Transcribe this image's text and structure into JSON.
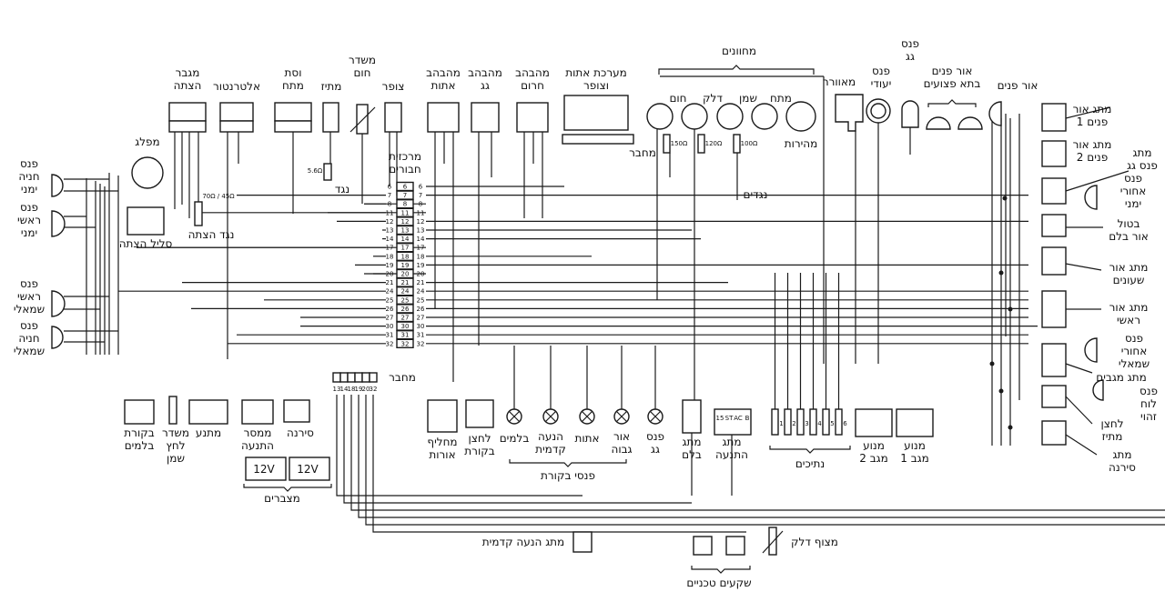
{
  "labels": {
    "ignition_amplifier": [
      "מגבר",
      "הצתה"
    ],
    "alternator": [
      "אלטרנטור"
    ],
    "voltage_regulator": [
      "וסת",
      "מתח"
    ],
    "washer": [
      "מתיז"
    ],
    "temp_sender": [
      "משדר",
      "חום"
    ],
    "horn": [
      "צופר"
    ],
    "turn_flasher": [
      "מהבהב",
      "אתות"
    ],
    "roof_flasher": [
      "מהבהב",
      "גג"
    ],
    "hazard_flasher": [
      "מהבהב",
      "חרום"
    ],
    "signal_horn_system": [
      "מערכת אתות",
      "וצופר"
    ],
    "gauges": [
      "מחוונים"
    ],
    "fan": [
      "מאוורר"
    ],
    "special_lamp": [
      "פנס",
      "יעודי"
    ],
    "roof_lamp": [
      "פנס",
      "גג"
    ],
    "casualty_interior_light": [
      "אור פנים",
      "בתא פצועים"
    ],
    "interior_light": [
      "אור פנים"
    ],
    "interior_switch_1": [
      "מתג אור",
      "פנים 1"
    ],
    "interior_switch_2": [
      "מתג אור",
      "פנים 2"
    ],
    "roof_lamp_switch": [
      "מתג",
      "פנס גג"
    ],
    "rear_lamp_right": [
      "פנס",
      "אחורי",
      "ימני"
    ],
    "brake_light_cancel": [
      "בטול",
      "אור בלם"
    ],
    "clock_light_switch": [
      "מתג אור",
      "שעונים"
    ],
    "main_light_switch": [
      "מתג אור",
      "ראשי"
    ],
    "rear_lamp_left": [
      "פנס",
      "אחורי",
      "שמאלי"
    ],
    "wiper_switch": [
      "מתג מגבים"
    ],
    "plate_lamp": [
      "פנס",
      "לוח",
      "זהוי"
    ],
    "washer_button": [
      "לחצן",
      "מתיז"
    ],
    "siren_switch": [
      "מתג",
      "סירנה"
    ],
    "parking_lamp_right": [
      "פנס",
      "חניה",
      "ימני"
    ],
    "head_lamp_right": [
      "פנס",
      "ראשי",
      "ימני"
    ],
    "head_lamp_left": [
      "פנס",
      "ראשי",
      "שמאלי"
    ],
    "parking_lamp_left": [
      "פנס",
      "חניה",
      "שמאלי"
    ],
    "distributor": [
      "מפלג"
    ],
    "ignition_coil": [
      "סליל הצתה"
    ],
    "ignition_resistor": [
      "נגד הצתה"
    ],
    "resistor": [
      "נגד"
    ],
    "junction_center": [
      "מרכזית",
      "חבורים"
    ],
    "connector_top": [
      "מחבר"
    ],
    "connector_bottom": [
      "מחבר"
    ],
    "resistors": [
      "נגדים"
    ],
    "gauge_temp": [
      "חום"
    ],
    "gauge_fuel": [
      "דלק"
    ],
    "gauge_oil": [
      "שמן"
    ],
    "gauge_volt": [
      "מתח"
    ],
    "speedometer": [
      "מהירות"
    ],
    "brake_check": [
      "בקורת",
      "בלמים"
    ],
    "oil_pressure_sender": [
      "משדר",
      "לחץ",
      "שמן"
    ],
    "starter": [
      "מתנע"
    ],
    "start_relay": [
      "ממסר",
      "התנעה"
    ],
    "siren": [
      "סירנה"
    ],
    "batteries": [
      "מצברים"
    ],
    "light_dimmer": [
      "מחליף",
      "אורות"
    ],
    "check_button": [
      "לחצן",
      "בקורת"
    ],
    "warn_brakes": [
      "בלמים"
    ],
    "warn_fwd_drive": [
      "הנעה",
      "קדמית"
    ],
    "warn_signal": [
      "אתות"
    ],
    "warn_high_beam": [
      "אור",
      "גבוה"
    ],
    "warn_roof": [
      "פנס",
      "גג"
    ],
    "warning_lamps": [
      "פנסי בקורת"
    ],
    "brake_switch": [
      "מתג",
      "בלם"
    ],
    "ignition_switch": [
      "מתג",
      "התנעה"
    ],
    "fuses": [
      "נתיכים"
    ],
    "wiper_motor_2": [
      "מנוע",
      "מגב 2"
    ],
    "wiper_motor_1": [
      "מנוע",
      "מגב 1"
    ],
    "fwd_drive_switch": [
      "מתג הנעה קדמית"
    ],
    "tech_sockets": [
      "שקעים טכניים"
    ],
    "fuel_float": [
      "מצוף דלק"
    ]
  },
  "junction_terminals": [
    "6",
    "7",
    "8",
    "11",
    "12",
    "13",
    "14",
    "17",
    "18",
    "19",
    "20",
    "21",
    "24",
    "25",
    "26",
    "27",
    "30",
    "31",
    "32"
  ],
  "bottom_connector_terminals": [
    "13",
    "14",
    "18",
    "19",
    "20",
    "32"
  ],
  "battery_voltage": "12V",
  "resistor_values": {
    "ignition": "70Ω / 45Ω",
    "washer": "5.6Ω",
    "r1": "150Ω",
    "r2": "120Ω",
    "r3": "100Ω"
  },
  "ignition_switch_terminals": [
    "15",
    "ST",
    "AC",
    "B"
  ],
  "fuse_numbers": [
    "1",
    "2",
    "3",
    "4",
    "5",
    "6"
  ]
}
